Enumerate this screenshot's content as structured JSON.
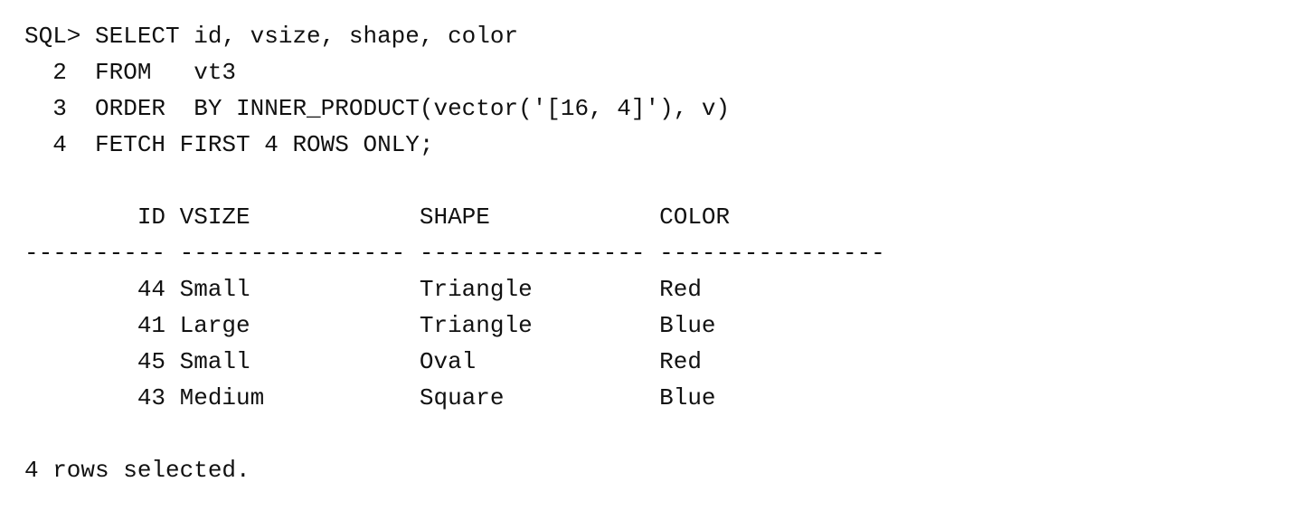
{
  "query": [
    "SQL> SELECT id, vsize, shape, color",
    "  2  FROM   vt3",
    "  3  ORDER  BY INNER_PRODUCT(vector('[16, 4]'), v)",
    "  4  FETCH FIRST 4 ROWS ONLY;"
  ],
  "result": {
    "header": "        ID VSIZE            SHAPE            COLOR",
    "separator": "---------- ---------------- ---------------- ----------------",
    "rows": [
      "        44 Small            Triangle         Red",
      "        41 Large            Triangle         Blue",
      "        45 Small            Oval             Red",
      "        43 Medium           Square           Blue"
    ]
  },
  "footer": "4 rows selected."
}
